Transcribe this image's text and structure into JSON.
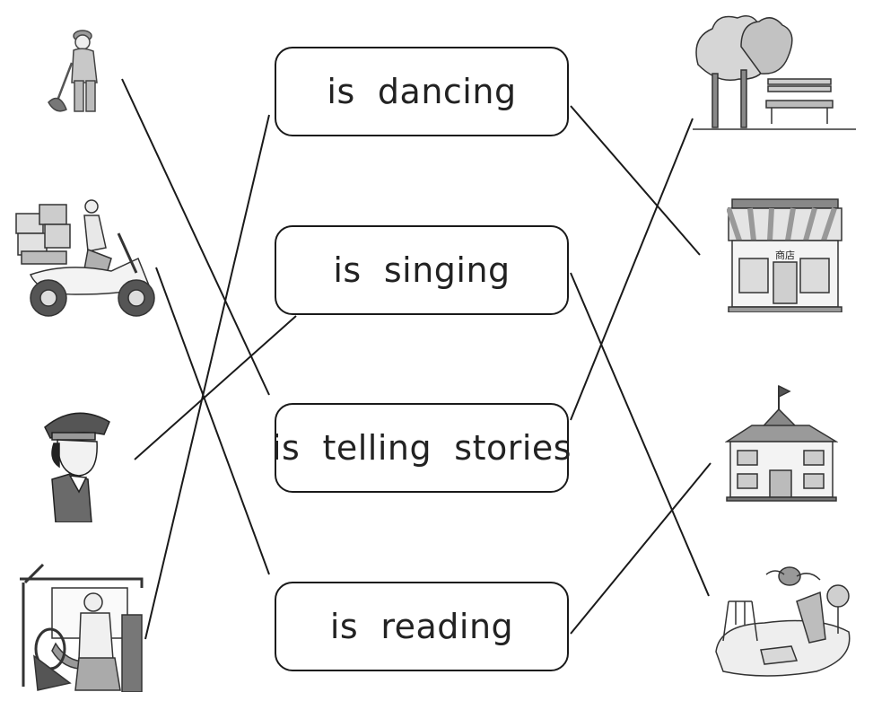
{
  "worksheet": {
    "phrases": [
      {
        "text": "is  dancing"
      },
      {
        "text": "is  singing"
      },
      {
        "text": "is  telling  stories"
      },
      {
        "text": "is  reading"
      }
    ],
    "people": [
      {
        "icon": "street-sweeper-icon"
      },
      {
        "icon": "delivery-courier-scooter-icon"
      },
      {
        "icon": "police-officer-icon"
      },
      {
        "icon": "bus-driver-icon"
      }
    ],
    "places": [
      {
        "icon": "park-trees-bench-icon"
      },
      {
        "icon": "shop-storefront-icon",
        "sign_text": "商店"
      },
      {
        "icon": "school-building-icon"
      },
      {
        "icon": "playground-icon"
      }
    ]
  }
}
